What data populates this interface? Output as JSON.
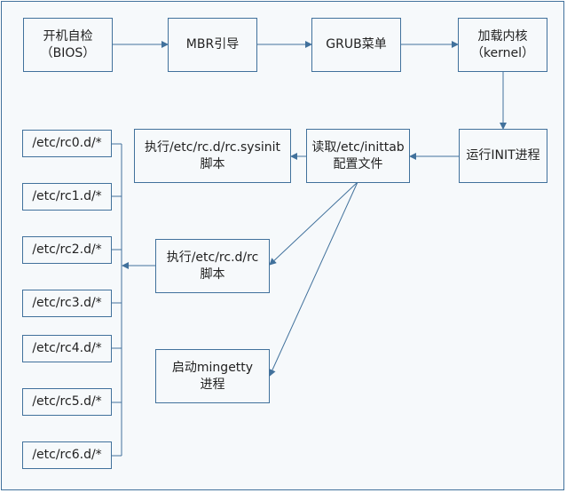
{
  "colors": {
    "stroke": "#41719c",
    "fill": "#f6f9fb",
    "text": "#222222"
  },
  "nodes": {
    "bios": {
      "line1": "开机自检",
      "line2": "（BIOS）"
    },
    "mbr": {
      "line1": "MBR引导"
    },
    "grub": {
      "line1": "GRUB菜单"
    },
    "kernel": {
      "line1": "加载内核",
      "line2": "（kernel）"
    },
    "init": {
      "line1": "运行INIT进程"
    },
    "inittab": {
      "line1": "读取/etc/inittab",
      "line2": "配置文件"
    },
    "sysinit": {
      "line1": "执行/etc/rc.d/rc.sysinit",
      "line2": "脚本"
    },
    "rc": {
      "line1": "执行/etc/rc.d/rc",
      "line2": "脚本"
    },
    "mingetty": {
      "line1": "启动mingetty",
      "line2": "进程"
    },
    "rc0": {
      "line1": "/etc/rc0.d/*"
    },
    "rc1": {
      "line1": "/etc/rc1.d/*"
    },
    "rc2": {
      "line1": "/etc/rc2.d/*"
    },
    "rc3": {
      "line1": "/etc/rc3.d/*"
    },
    "rc4": {
      "line1": "/etc/rc4.d/*"
    },
    "rc5": {
      "line1": "/etc/rc5.d/*"
    },
    "rc6": {
      "line1": "/etc/rc6.d/*"
    }
  }
}
